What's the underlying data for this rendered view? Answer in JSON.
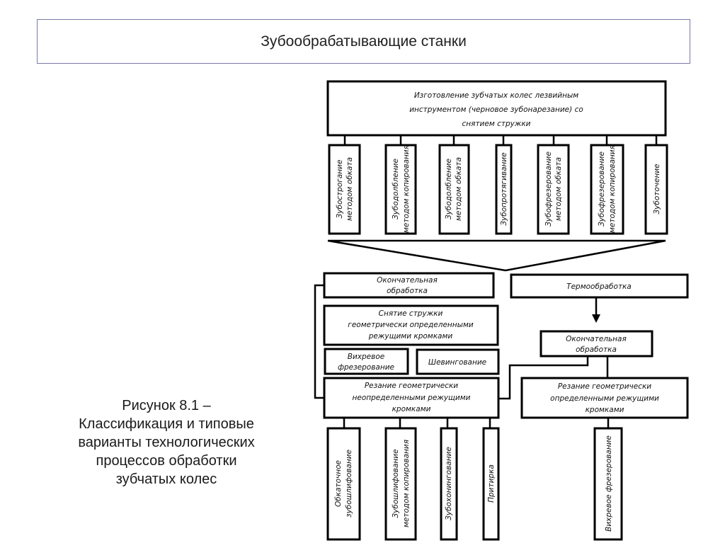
{
  "slide": {
    "title": "Зубообрабатывающие станки",
    "caption": [
      "Рисунок 8.1 –",
      "Классификация и типовые",
      "варианты технологических",
      "процессов обработки",
      "зубчатых колес"
    ]
  },
  "diagram": {
    "top": [
      "Изготовление зубчатых колес лезвийным",
      "инструментом (черновое зубонарезание) со",
      "снятием стружки"
    ],
    "methods": [
      [
        "Зубострогание",
        "методом обката"
      ],
      [
        "Зубодолбление",
        "методом копирования"
      ],
      [
        "Зубодолбление",
        "методом обката"
      ],
      [
        "Зубопротягивание"
      ],
      [
        "Зубофрезерование",
        "методом обката"
      ],
      [
        "Зубофрезерование",
        "методом копирования"
      ],
      [
        "Зуботочение"
      ]
    ],
    "final_left": [
      "Окончательная",
      "обработка"
    ],
    "heat": "Термообработка",
    "chip_removal": [
      "Снятие стружки",
      "геометрически определенными",
      "режущими кромками"
    ],
    "whirl_left": [
      "Вихревое",
      "фрезерование"
    ],
    "shaving": "Шевингование",
    "final_right": [
      "Окончательная",
      "обработка"
    ],
    "cut_undefined": [
      "Резание геометрически",
      "неопределенными режущими",
      "кромками"
    ],
    "cut_defined": [
      "Резание геометрически",
      "определенными режущими",
      "кромками"
    ],
    "finish_methods": [
      [
        "Обкаточное",
        "зубошлифование"
      ],
      [
        "Зубошлифование",
        "методом копирования"
      ],
      [
        "Зубохонингование"
      ],
      [
        "Притирка"
      ]
    ],
    "whirl_right": "Вихревое фрезерование"
  }
}
